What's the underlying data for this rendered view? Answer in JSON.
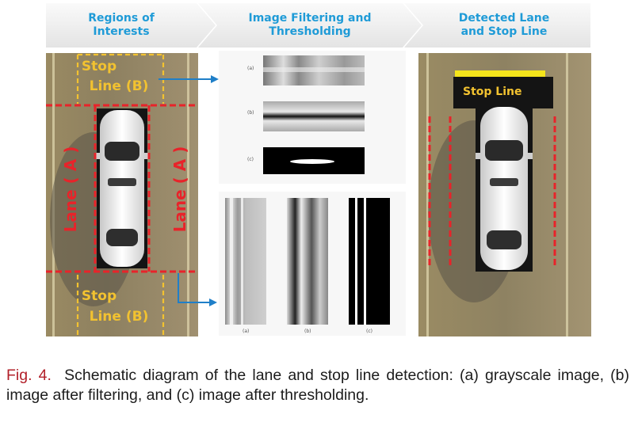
{
  "header": {
    "step1": "Regions of\nInterests",
    "step2": "Image Filtering and\nThresholding",
    "step3": "Detected Lane\nand Stop Line"
  },
  "left_panel": {
    "stop_line_top": "Stop\nLine (B)",
    "stop_line_bottom": "Stop\nLine (B)",
    "lane_left": "Lane ( A )",
    "lane_right": "Lane ( A )",
    "colors": {
      "lane_box": "#e8232a",
      "stop_box": "#f2c230"
    }
  },
  "middle_panel": {
    "top_tags": [
      "(a)",
      "(b)",
      "(c)"
    ],
    "bottom_tags": [
      "(a)",
      "(b)",
      "(c)"
    ],
    "arrow_color": "#1f7fc8"
  },
  "right_panel": {
    "stop_line_label": "Stop Line",
    "colors": {
      "stop_line": "#f5e51c",
      "lane_marks": "#e8232a"
    }
  },
  "caption": {
    "fig_label": "Fig. 4.",
    "text": "Schematic diagram of the lane and stop line detection: (a) grayscale image, (b) image after filtering, and (c) image after thresholding."
  }
}
